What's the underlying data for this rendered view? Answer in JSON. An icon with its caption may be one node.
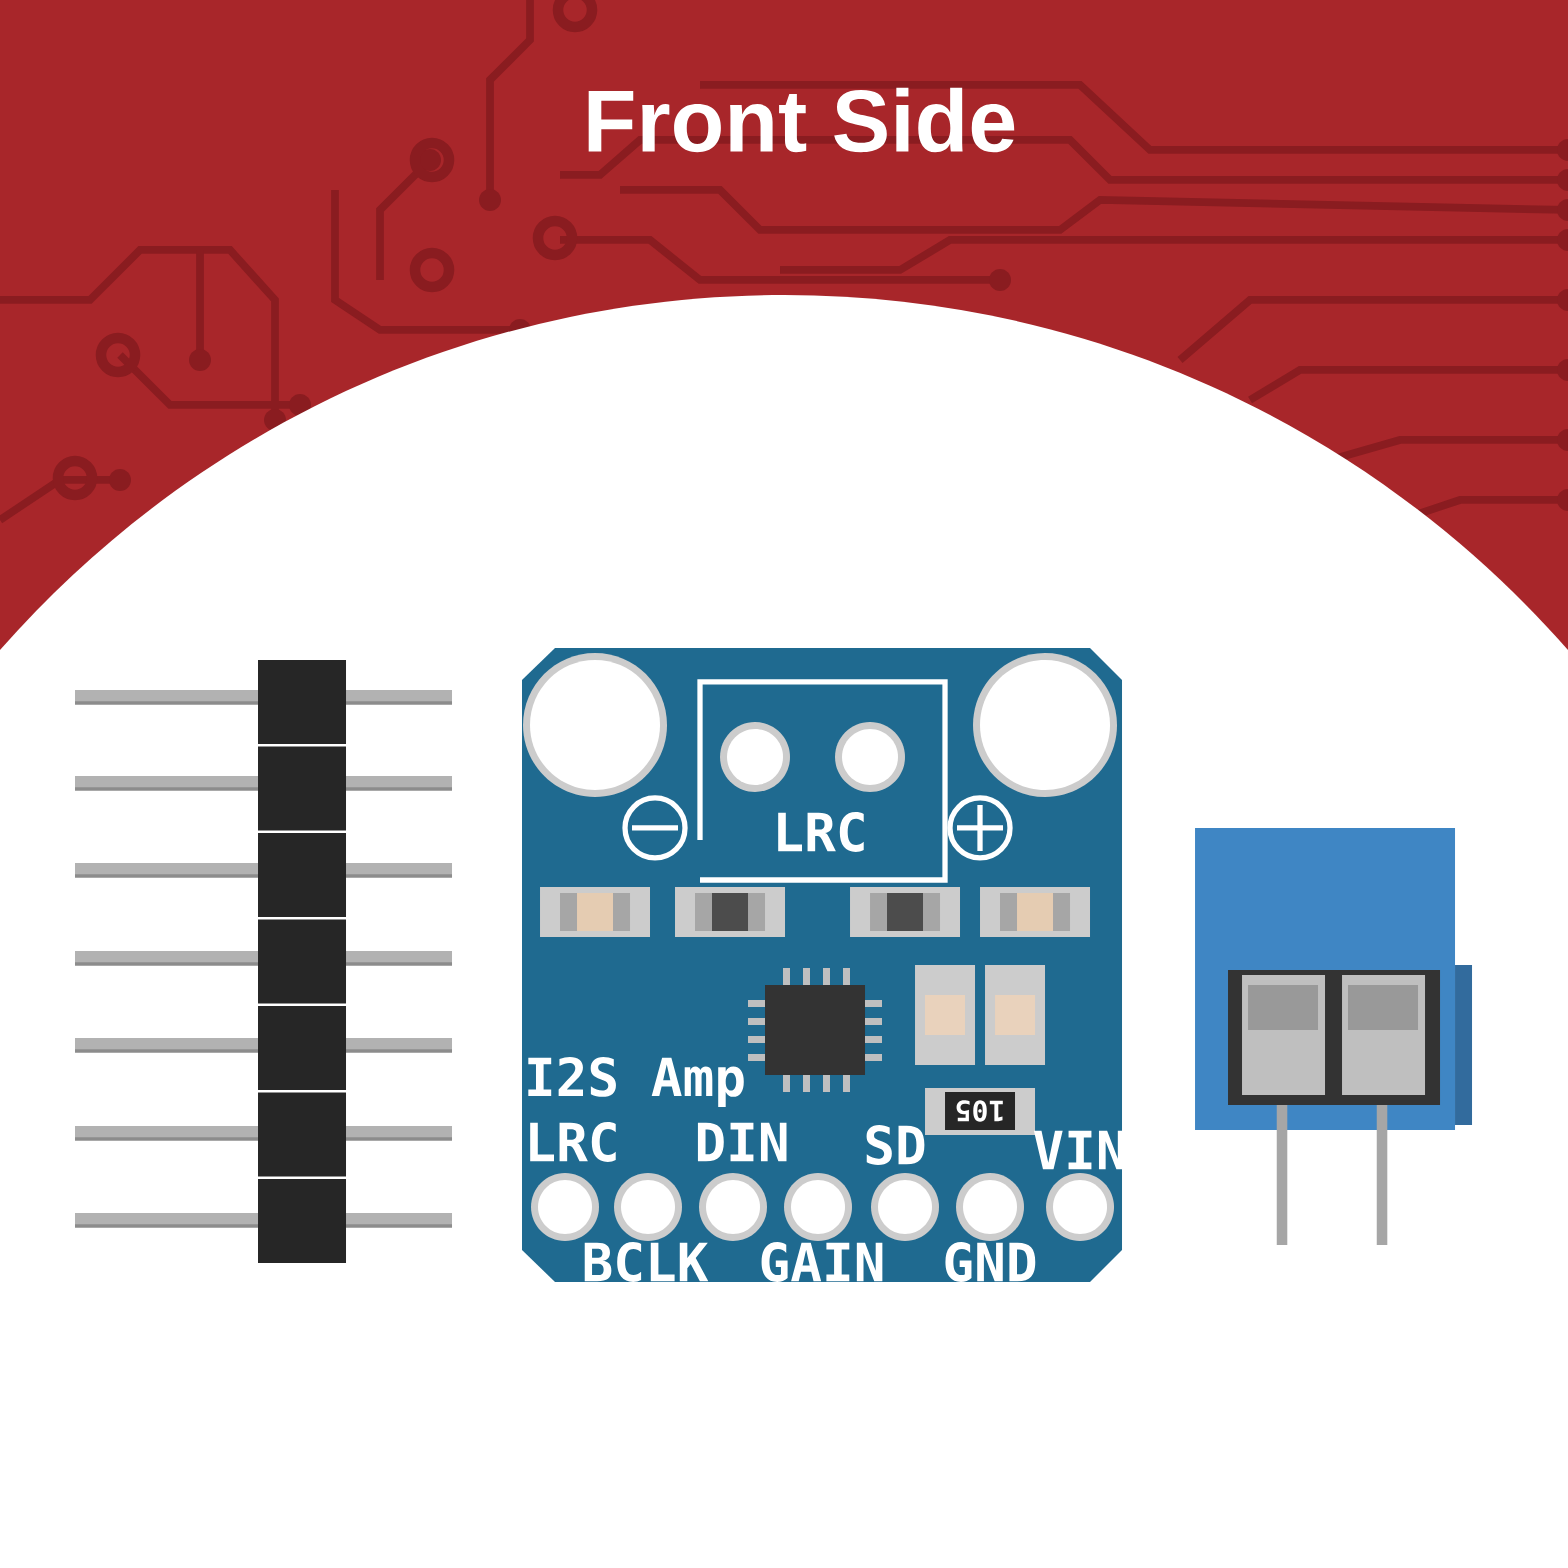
{
  "diagram": {
    "title": "Front Side",
    "labels": [
      "LRC",
      "I2S Amp",
      "105",
      "LRC",
      "DIN",
      "SD",
      "VIN",
      "BCLK",
      "GAIN",
      "GND"
    ]
  }
}
